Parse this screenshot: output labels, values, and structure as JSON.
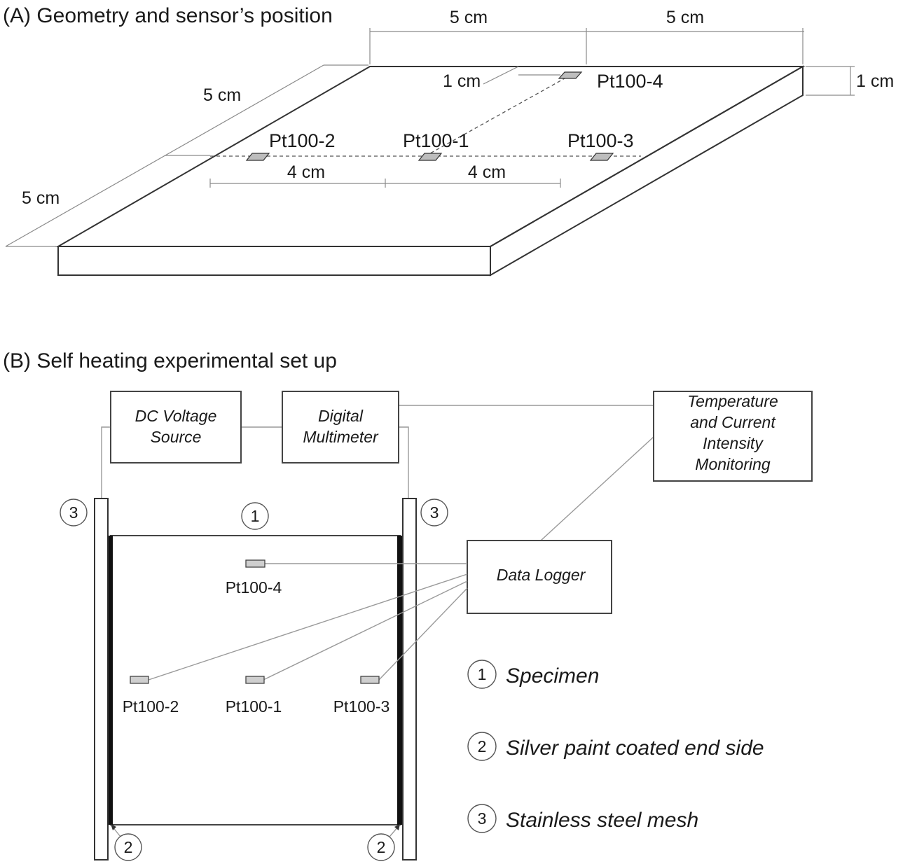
{
  "section_a": {
    "title": "(A) Geometry and sensor’s position",
    "dims": {
      "top_left": "5 cm",
      "top_right": "5 cm",
      "thickness": "1 cm",
      "side_upper": "5 cm",
      "side_lower": "5 cm",
      "inner_offset": "1 cm",
      "spacing_left": "4 cm",
      "spacing_right": "4 cm"
    },
    "sensors": {
      "s1": "Pt100-1",
      "s2": "Pt100-2",
      "s3": "Pt100-3",
      "s4": "Pt100-4"
    }
  },
  "section_b": {
    "title": "(B) Self heating experimental set up",
    "boxes": {
      "dc_line1": "DC Voltage",
      "dc_line2": "Source",
      "mm_line1": "Digital",
      "mm_line2": "Multimeter",
      "mon_line1": "Temperature",
      "mon_line2": "and Current",
      "mon_line3": "Intensity",
      "mon_line4": "Monitoring",
      "logger": "Data Logger"
    },
    "markers": {
      "one": "1",
      "two": "2",
      "three": "3"
    },
    "sensors": {
      "s1": "Pt100-1",
      "s2": "Pt100-2",
      "s3": "Pt100-3",
      "s4": "Pt100-4"
    },
    "legend": [
      {
        "num": "1",
        "text": "Specimen"
      },
      {
        "num": "2",
        "text": "Silver paint coated end side"
      },
      {
        "num": "3",
        "text": "Stainless steel mesh"
      }
    ]
  }
}
